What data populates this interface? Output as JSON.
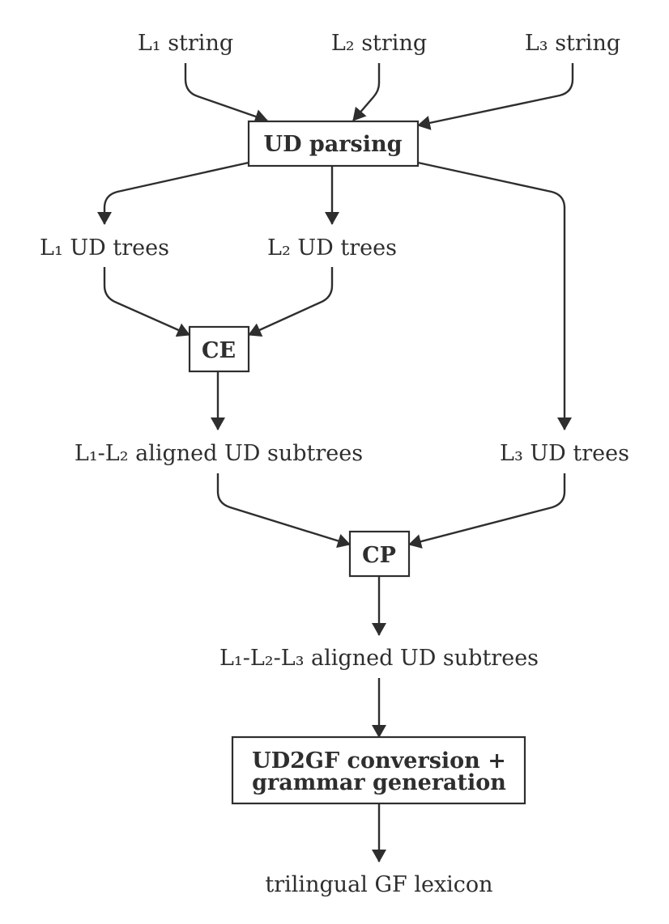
{
  "nodes": {
    "l1_string": "L₁ string",
    "l2_string": "L₂ string",
    "l3_string": "L₃ string",
    "ud_parsing": "UD parsing",
    "l1_ud_trees": "L₁ UD trees",
    "l2_ud_trees": "L₂ UD trees",
    "ce": "CE",
    "l1_l2_aligned": "L₁-L₂ aligned UD subtrees",
    "l3_ud_trees": "L₃ UD trees",
    "cp": "CP",
    "l1_l2_l3_aligned": "L₁-L₂-L₃ aligned UD subtrees",
    "ud2gf_line1": "UD2GF conversion +",
    "ud2gf_line2": "grammar generation",
    "lexicon": "trilingual GF lexicon"
  },
  "colors": {
    "ink": "#2e2e2e",
    "background": "#ffffff"
  }
}
